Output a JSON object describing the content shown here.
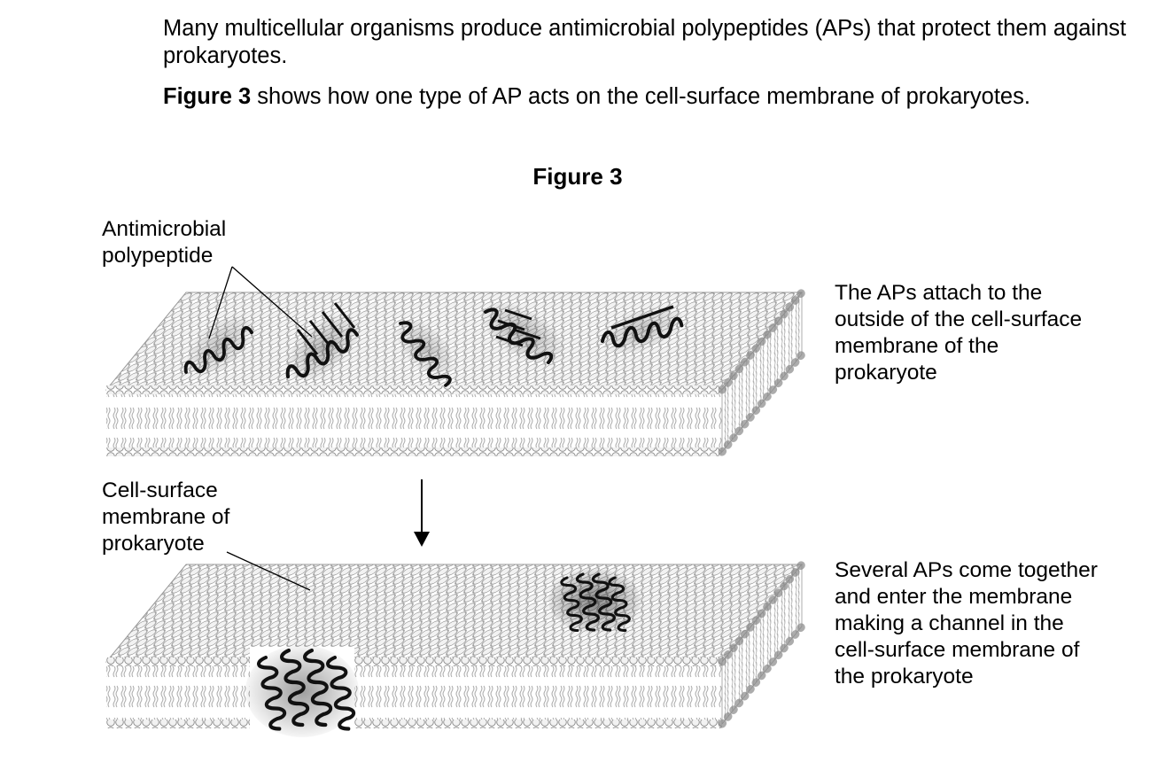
{
  "intro": {
    "line1": "Many multicellular organisms produce antimicrobial polypeptides (APs) that protect them against prokaryotes.",
    "line2_ref": "Figure 3",
    "line2_rest": " shows how one type of AP acts on the cell-surface membrane of prokaryotes."
  },
  "figure": {
    "title": "Figure 3",
    "label_ap": "Antimicrobial polypeptide",
    "label_membrane": "Cell-surface membrane of prokaryote",
    "caption_top": "The APs attach to the outside of the cell-surface membrane of the prokaryote",
    "caption_bottom": "Several APs come together and enter the membrane making a channel in the cell-surface membrane of the prokaryote"
  },
  "colors": {
    "phospholipid_head_fill": "#f2f2f2",
    "phospholipid_head_stroke": "#8a8a8a",
    "tail": "#a8a8a8",
    "helix": "#111111",
    "line": "#000000"
  },
  "icons": [
    "phospholipid-bilayer",
    "alpha-helix-polypeptide",
    "down-arrow"
  ]
}
